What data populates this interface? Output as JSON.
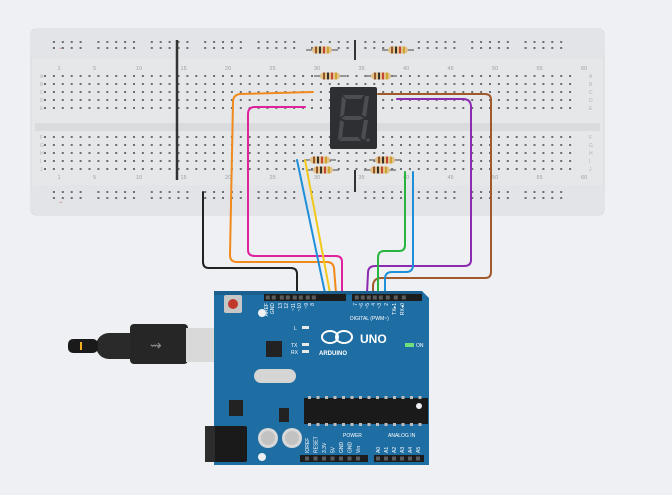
{
  "breadboard": {
    "column_numbers": [
      "1",
      "5",
      "10",
      "15",
      "20",
      "25",
      "30",
      "35",
      "40",
      "45",
      "50",
      "55",
      "60"
    ],
    "row_letters_top": [
      "A",
      "B",
      "C",
      "D",
      "E"
    ],
    "row_letters_bottom": [
      "F",
      "G",
      "H",
      "I",
      "J"
    ],
    "rail_minus": "−",
    "rail_plus": "+"
  },
  "arduino": {
    "model": "UNO",
    "brand": "ARDUINO",
    "digital_header_label": "DIGITAL (PWM~)",
    "digital_pins": [
      "AREF",
      "GND",
      "13",
      "12",
      "~11",
      "~10",
      "~9",
      "8",
      "7",
      "~6",
      "~5",
      "4",
      "~3",
      "2",
      "TX▸1",
      "RX◂0"
    ],
    "power_header_label": "POWER",
    "power_pins": [
      "IOREF",
      "RESET",
      "3.3V",
      "5V",
      "GND",
      "GND",
      "Vin"
    ],
    "analog_header_label": "ANALOG IN",
    "analog_pins": [
      "A0",
      "A1",
      "A2",
      "A3",
      "A4",
      "A5"
    ],
    "led_labels": [
      "L",
      "TX",
      "RX"
    ],
    "on_label": "ON"
  },
  "display": {
    "digit": "8"
  },
  "colors": {
    "breadboard": "#e6e7e9",
    "board": "#1f6ea3",
    "wire_black": "#222222",
    "wire_orange": "#f08a1c",
    "wire_magenta": "#e0219c",
    "wire_blue": "#1e8fd8",
    "wire_yellow": "#f2c81a",
    "wire_green": "#27b53f",
    "wire_purple": "#8b2bb0",
    "wire_brown": "#a05a2c"
  }
}
